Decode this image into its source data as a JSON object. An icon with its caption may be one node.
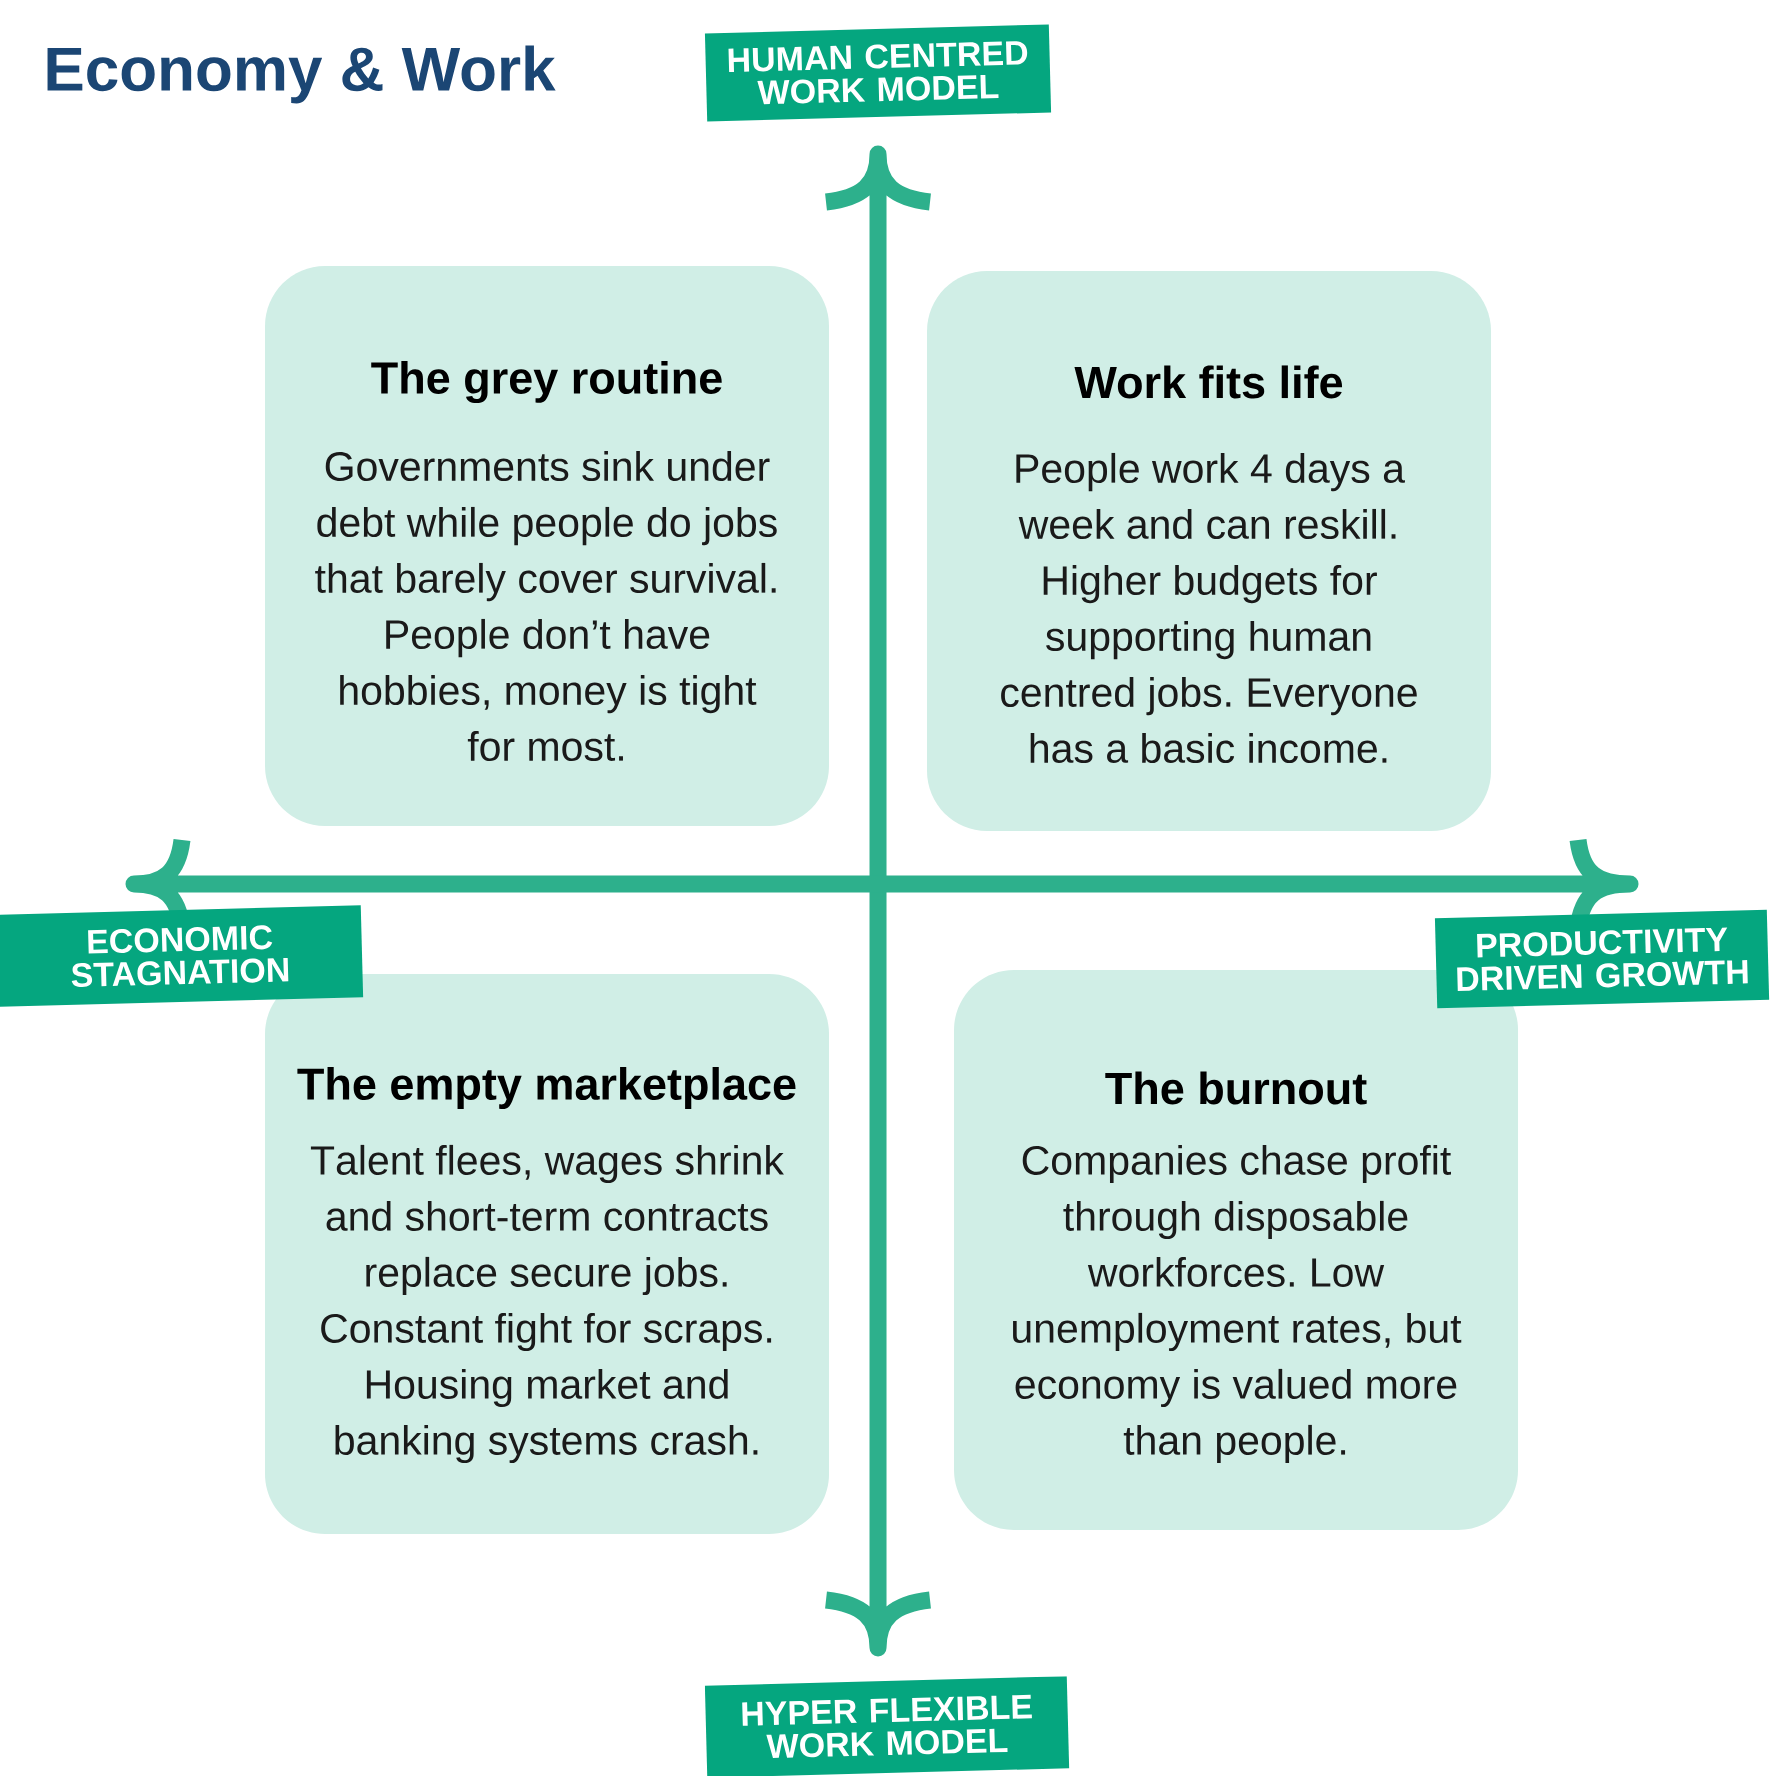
{
  "diagram": {
    "title": "Economy & Work",
    "nodes": [
      {
        "text": [
          "HUMAN CENTRED WORK MODEL"
        ]
      },
      {
        "text": [
          "The grey routine",
          "Governments sink under debt while people do jobs that barely cover survival. People don’t have hobbies, money is tight for most."
        ]
      },
      {
        "text": [
          "Work fits life",
          "People work 4 days a week and can reskill. Higher budgets for supporting human centred jobs. Everyone has a basic income."
        ]
      },
      {
        "text": [
          "ECONOMIC STAGNATION"
        ]
      },
      {
        "text": [
          "PRODUCTIVITY DRIVEN GROWTH"
        ]
      },
      {
        "text": [
          "The empty marketplace",
          "Talent flees, wages shrink and short-term contracts replace secure jobs. Constant fight for scraps. Housing market and banking systems crash."
        ]
      },
      {
        "text": [
          "The burnout",
          "Companies chase profit through disposable workforces. Low unemployment rates, but economy is valued more than people."
        ]
      },
      {
        "text": [
          "HYPER FLEXIBLE WORK MODEL"
        ]
      }
    ]
  }
}
